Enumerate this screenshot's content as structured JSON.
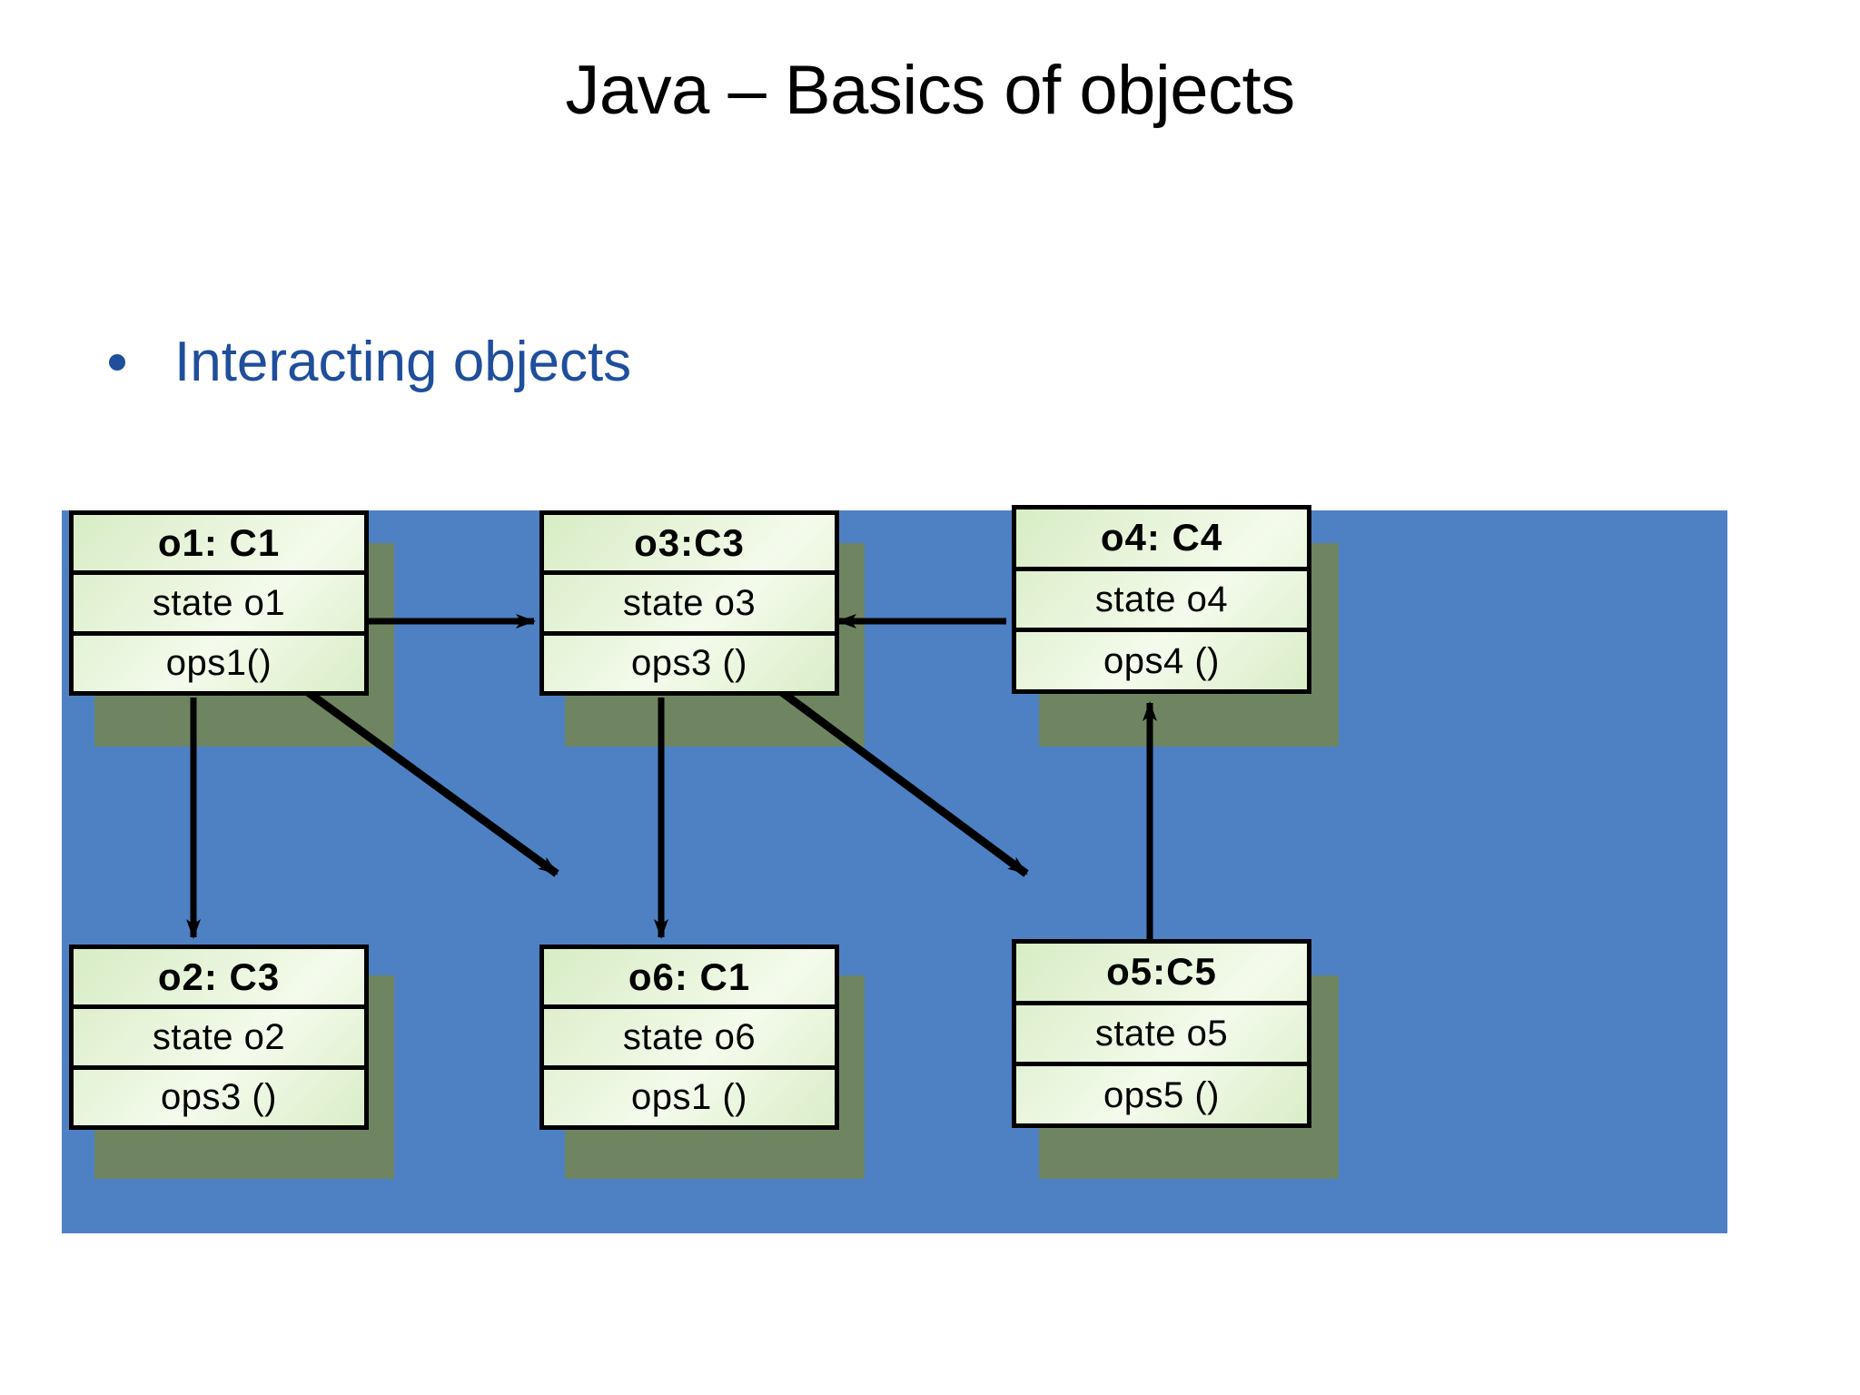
{
  "slide": {
    "title": "Java – Basics of objects",
    "bullet": {
      "marker": "bullet-dot",
      "text": "Interacting objects"
    },
    "colors": {
      "title_text": "#000000",
      "bullet_text": "#1F4E9C",
      "panel_background": "#4E80C4",
      "box_shadow": "#6F8561",
      "box_fill_light": "#f4fbec",
      "box_fill_dark": "#d7ecc4",
      "box_border": "#000000",
      "arrow": "#000000",
      "slide_background": "#FFFFFF"
    }
  },
  "diagram": {
    "type": "uml-object-diagram",
    "objects": [
      {
        "id": "o1",
        "header": "o1: C1",
        "state": "state o1",
        "operation": "ops1()"
      },
      {
        "id": "o3",
        "header": "o3:C3",
        "state": "state o3",
        "operation": "ops3 ()"
      },
      {
        "id": "o4",
        "header": "o4: C4",
        "state": "state o4",
        "operation": "ops4 ()"
      },
      {
        "id": "o2",
        "header": "o2: C3",
        "state": "state o2",
        "operation": "ops3 ()"
      },
      {
        "id": "o6",
        "header": "o6: C1",
        "state": "state o6",
        "operation": "ops1 ()"
      },
      {
        "id": "o5",
        "header": "o5:C5",
        "state": "state o5",
        "operation": "ops5 ()"
      }
    ],
    "links": [
      {
        "from": "o1",
        "to": "o3",
        "direction": "right"
      },
      {
        "from": "o4",
        "to": "o3",
        "direction": "left"
      },
      {
        "from": "o1",
        "to": "o2",
        "direction": "down"
      },
      {
        "from": "o1",
        "to": "o6",
        "direction": "down-right"
      },
      {
        "from": "o3",
        "to": "o6",
        "direction": "down"
      },
      {
        "from": "o3",
        "to": "o5",
        "direction": "down-right"
      },
      {
        "from": "o5",
        "to": "o4",
        "direction": "up"
      }
    ]
  }
}
